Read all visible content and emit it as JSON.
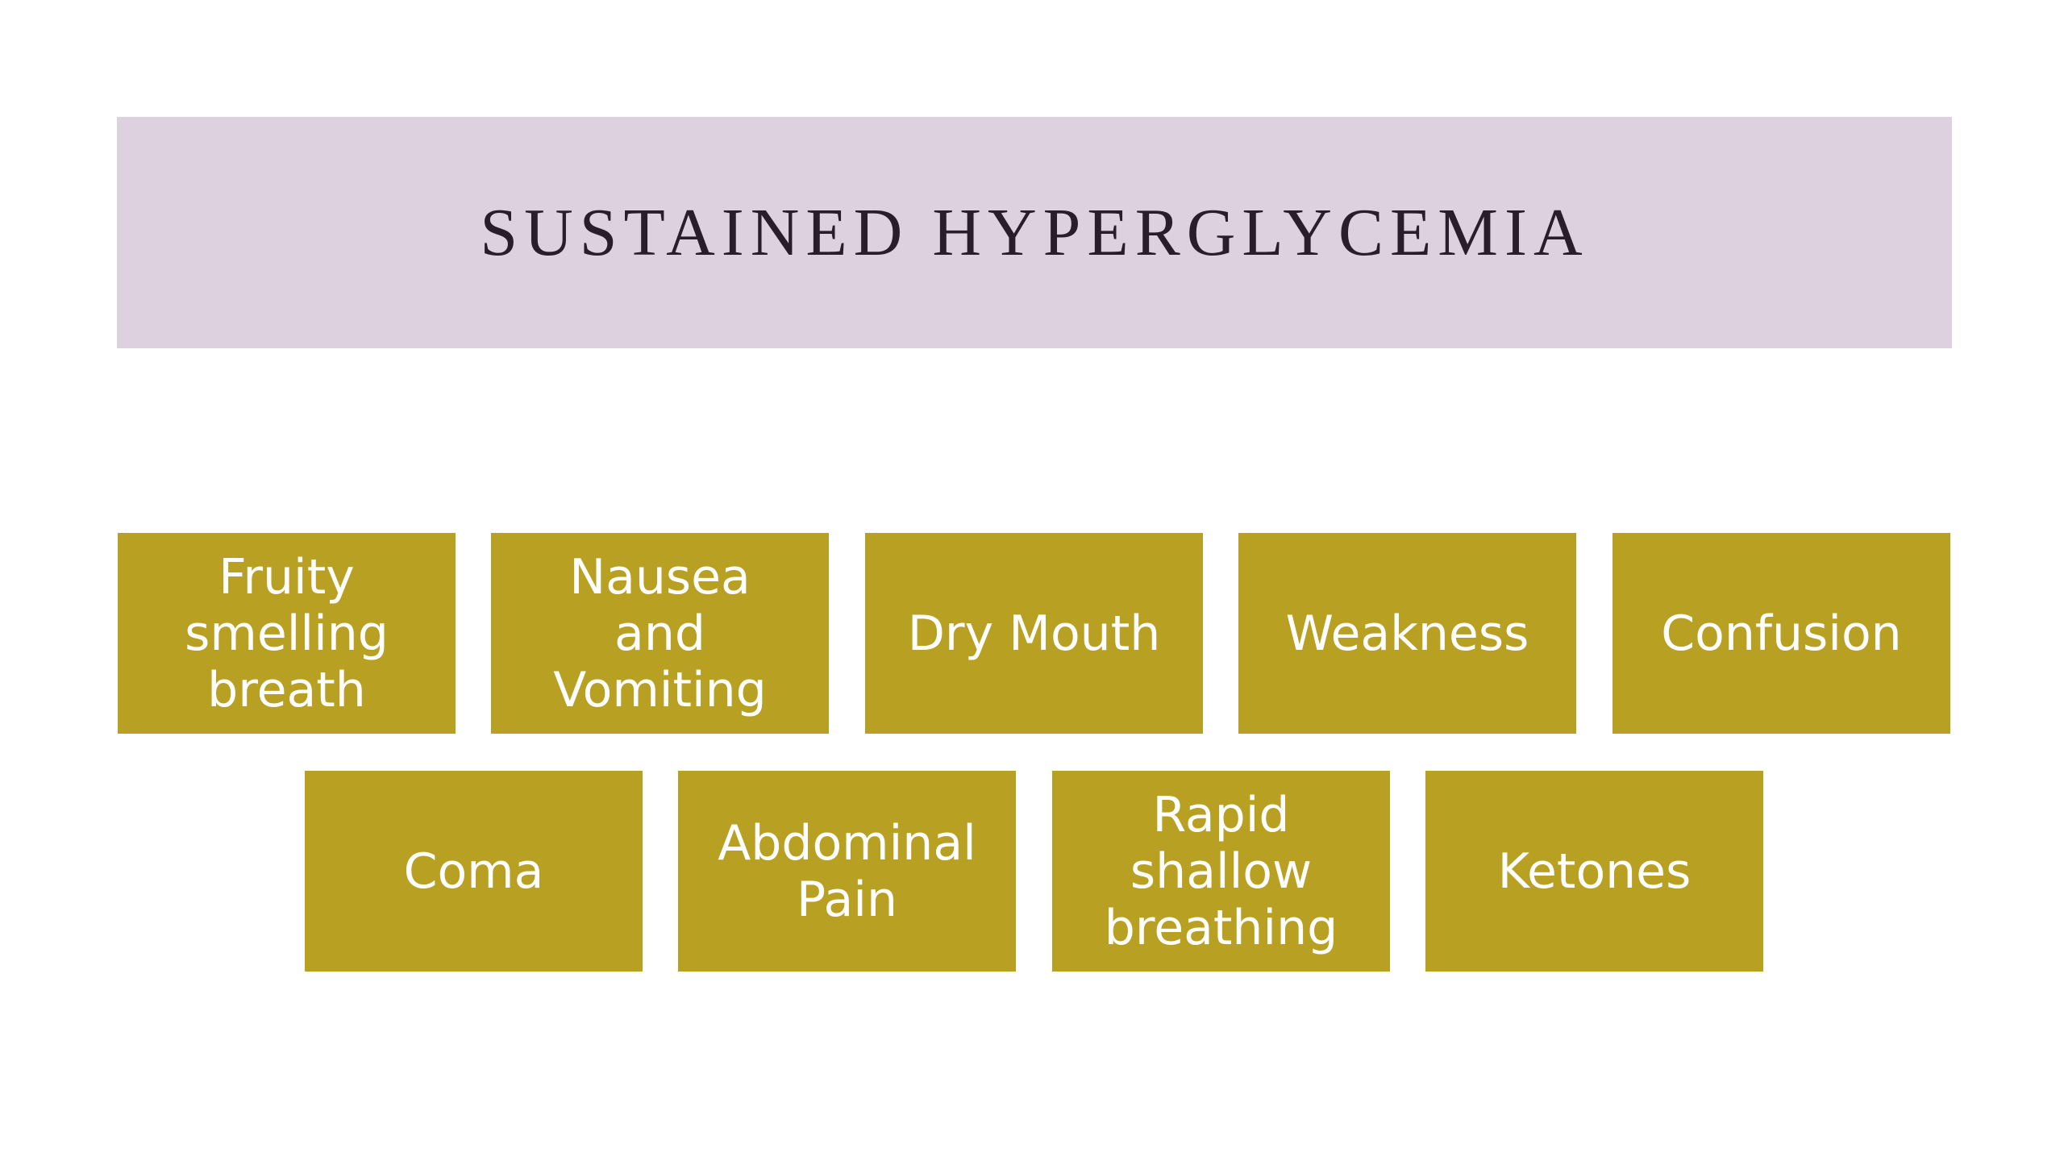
{
  "title": "SUSTAINED HYPERGLYCEMIA",
  "colors": {
    "title_background": "#ddd1e0",
    "title_text": "#2a1d2b",
    "box_fill": "#b7a022",
    "box_text": "#ffffff"
  },
  "symptoms": [
    "Fruity smelling breath",
    "Nausea and Vomiting",
    "Dry Mouth",
    "Weakness",
    "Confusion",
    "Coma",
    "Abdominal Pain",
    "Rapid shallow breathing",
    "Ketones"
  ]
}
